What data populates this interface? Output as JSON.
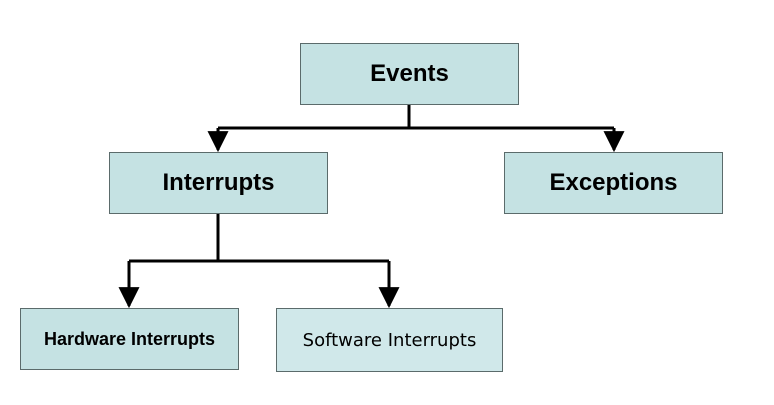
{
  "diagram": {
    "colors": {
      "node_fill": "#c5e2e3",
      "node_fill_light": "#d0e8ea",
      "line": "#000000"
    },
    "nodes": {
      "events": {
        "label": "Events"
      },
      "interrupts": {
        "label": "Interrupts"
      },
      "exceptions": {
        "label": "Exceptions"
      },
      "hardware": {
        "label": "Hardware Interrupts"
      },
      "software": {
        "label": "Software Interrupts"
      }
    }
  }
}
